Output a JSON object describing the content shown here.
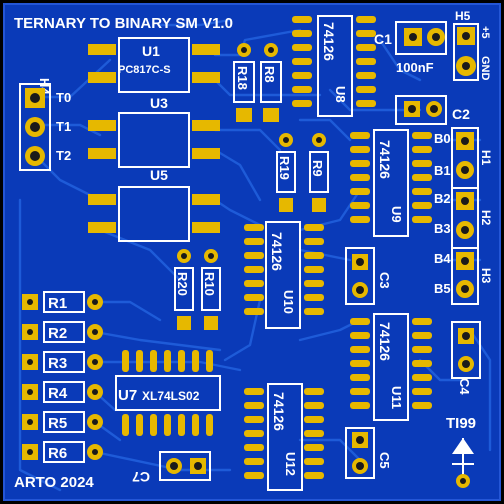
{
  "board": {
    "title": "TERNARY TO BINARY SM V1.0",
    "footer_left": "ARTO 2024",
    "footer_right": "TI99",
    "colors": {
      "substrate": "#0a3ab8",
      "copper": "#1e5bd8",
      "pad": "#e6b800",
      "silk": "#ffffff"
    }
  },
  "optocouplers": [
    {
      "ref": "U1",
      "part": "PC817C-S"
    },
    {
      "ref": "U3",
      "part": ""
    },
    {
      "ref": "U5",
      "part": ""
    }
  ],
  "logic_ics": [
    {
      "ref": "U8",
      "part": "74126"
    },
    {
      "ref": "U9",
      "part": "74126"
    },
    {
      "ref": "U10",
      "part": "74126"
    },
    {
      "ref": "U11",
      "part": "74126"
    },
    {
      "ref": "U12",
      "part": "74126"
    },
    {
      "ref": "U7",
      "part": "XL74LS02"
    }
  ],
  "resistors_vertical": [
    "R18",
    "R8",
    "R19",
    "R9",
    "R20",
    "R10"
  ],
  "resistors_left": [
    "R1",
    "R2",
    "R3",
    "R4",
    "R5",
    "R6"
  ],
  "capacitors": {
    "c1": "C1",
    "c1_value": "100nF",
    "c2": "C2",
    "c3": "C3",
    "c4": "C4",
    "c5": "C5",
    "c7": "C7"
  },
  "headers": {
    "h4": "H4",
    "h4_pins": [
      "T0",
      "T1",
      "T2"
    ],
    "h5": "H5",
    "h5_pins": [
      "+5",
      "GND"
    ],
    "h1": "H1",
    "h2": "H2",
    "h3": "H3",
    "bits": [
      "B0",
      "B1",
      "B2",
      "B3",
      "B4",
      "B5"
    ]
  }
}
